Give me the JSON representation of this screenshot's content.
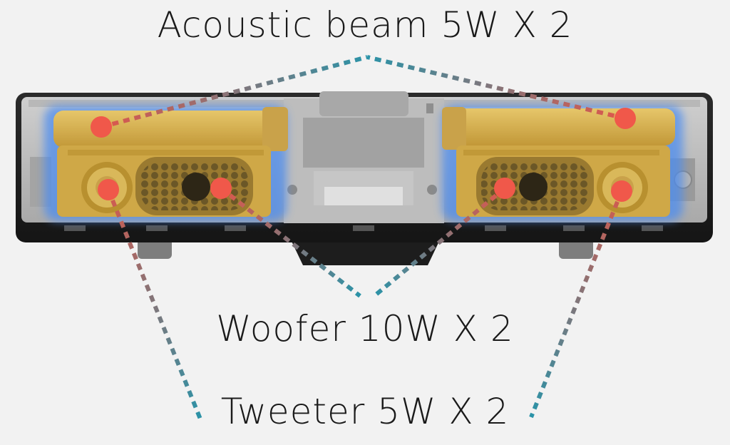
{
  "labels": {
    "acoustic_beam": "Acoustic beam 5W X 2",
    "woofer": "Woofer 10W X 2",
    "tweeter": "Tweeter 5W X 2"
  },
  "colors": {
    "background": "#f2f2f2",
    "driver_dot": "#f0584a",
    "gold": "#d9b24a",
    "blue_glow": "#4c8cf0",
    "line_red": "#c9574f",
    "line_teal": "#2a93a8"
  }
}
